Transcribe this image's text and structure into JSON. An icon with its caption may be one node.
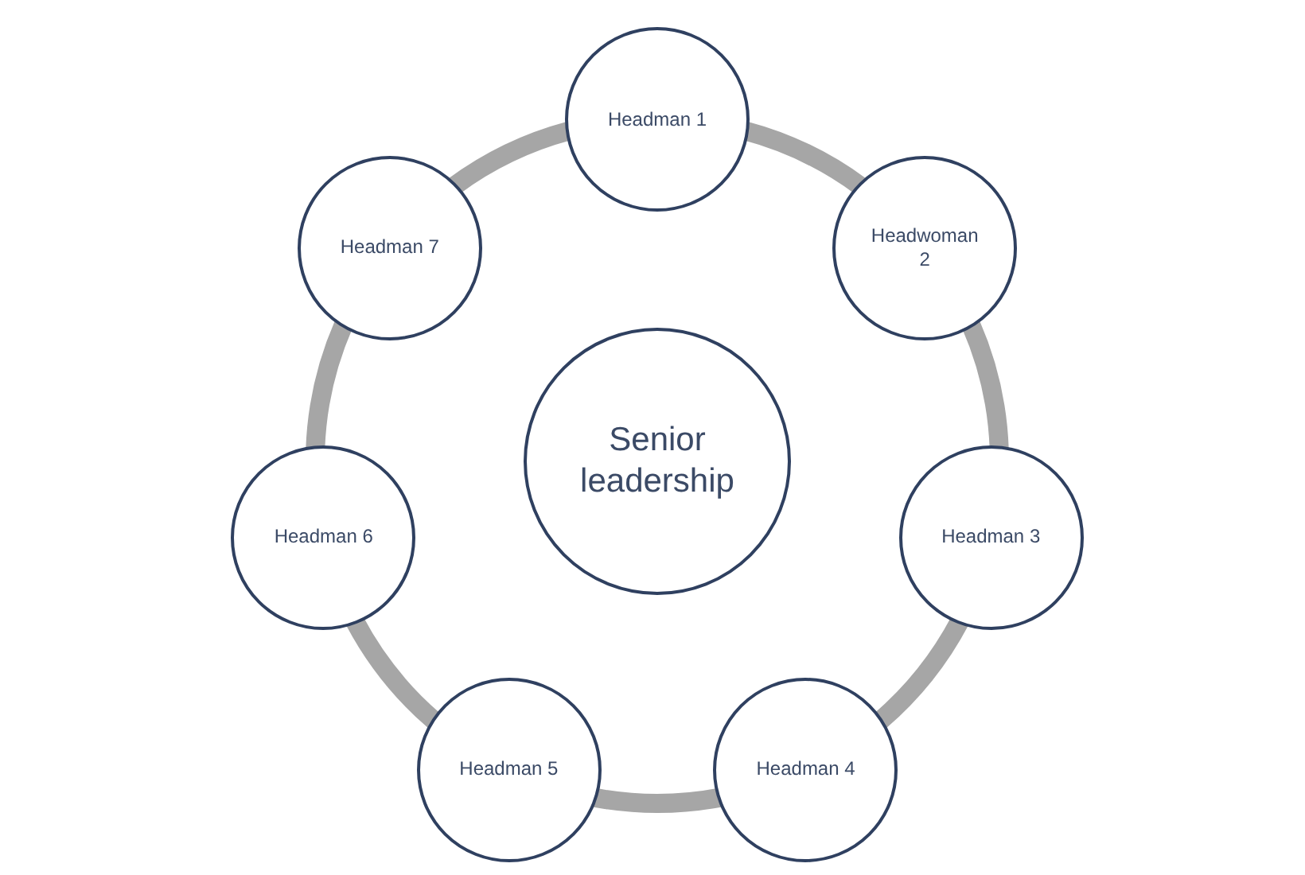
{
  "diagram": {
    "nodes": [
      {
        "text": [
          "Senior leadership"
        ]
      },
      {
        "text": [
          "Headman 1"
        ]
      },
      {
        "text": [
          "Headwoman 2"
        ]
      },
      {
        "text": [
          "Headman 3"
        ]
      },
      {
        "text": [
          "Headman 4"
        ]
      },
      {
        "text": [
          "Headman 5"
        ]
      },
      {
        "text": [
          "Headman 6"
        ]
      },
      {
        "text": [
          "Headman 7"
        ]
      }
    ],
    "edges": [
      {
        "from": 1,
        "to": 2,
        "arrow": "none"
      },
      {
        "from": 2,
        "to": 3,
        "arrow": "none"
      },
      {
        "from": 3,
        "to": 4,
        "arrow": "none"
      },
      {
        "from": 4,
        "to": 5,
        "arrow": "none"
      },
      {
        "from": 5,
        "to": 6,
        "arrow": "none"
      },
      {
        "from": 6,
        "to": 7,
        "arrow": "none"
      },
      {
        "from": 7,
        "to": 1,
        "arrow": "none"
      }
    ]
  }
}
